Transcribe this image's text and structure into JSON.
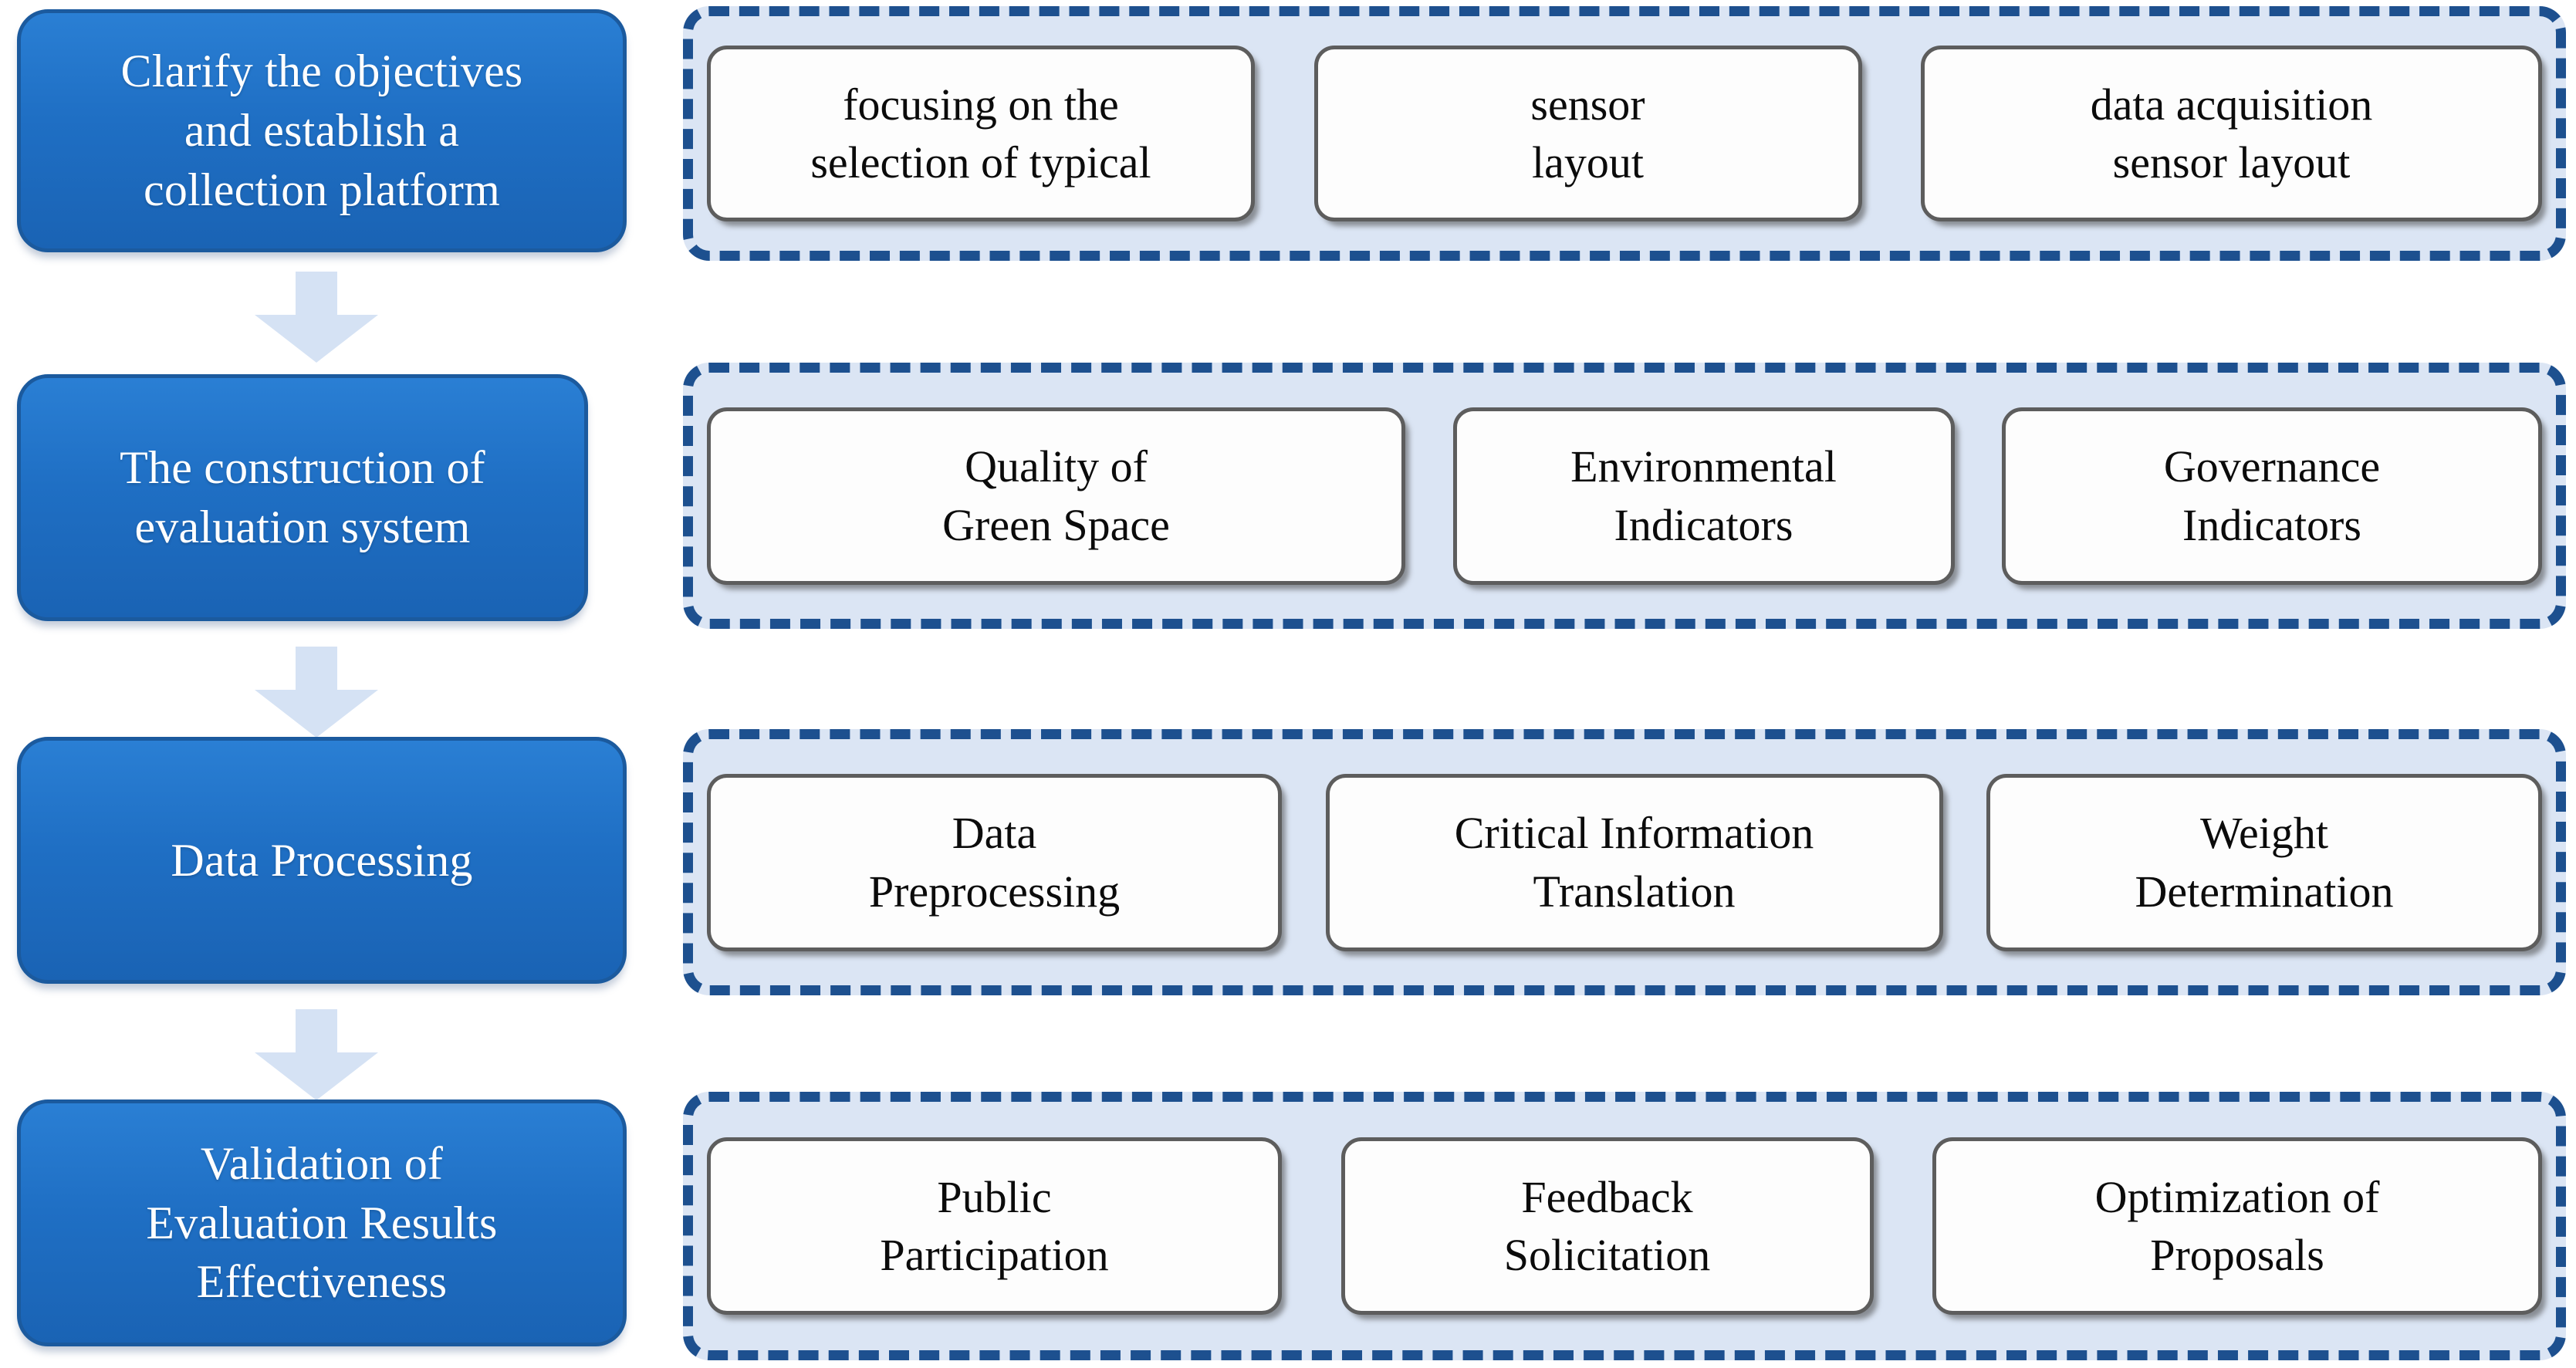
{
  "diagram": {
    "title": "Evaluation workflow flowchart",
    "colors": {
      "stage_blue": "#1f6fc4",
      "stage_border": "#1b5a9e",
      "group_fill": "#dbe5f4",
      "group_dash": "#1d508f",
      "card_fill": "#fdfdfd",
      "card_border": "#5d5d5d",
      "arrow_fill": "#d5e2f4"
    },
    "rows": [
      {
        "stage": "Clarify the objectives\nand establish a\ncollection platform",
        "items": [
          "focusing on the\nselection of typical",
          "sensor\nlayout",
          "data acquisition\nsensor layout"
        ]
      },
      {
        "stage": "The construction of\nevaluation system",
        "items": [
          "Quality of\nGreen Space",
          "Environmental\nIndicators",
          "Governance\nIndicators"
        ]
      },
      {
        "stage": "Data Processing",
        "items": [
          "Data\nPreprocessing",
          "Critical Information\nTranslation",
          "Weight\nDetermination"
        ]
      },
      {
        "stage": "Validation of\nEvaluation Results\nEffectiveness",
        "items": [
          "Public\nParticipation",
          "Feedback\nSolicitation",
          "Optimization of\nProposals"
        ]
      }
    ],
    "connectors": [
      "down-arrow",
      "down-arrow",
      "down-arrow"
    ]
  }
}
